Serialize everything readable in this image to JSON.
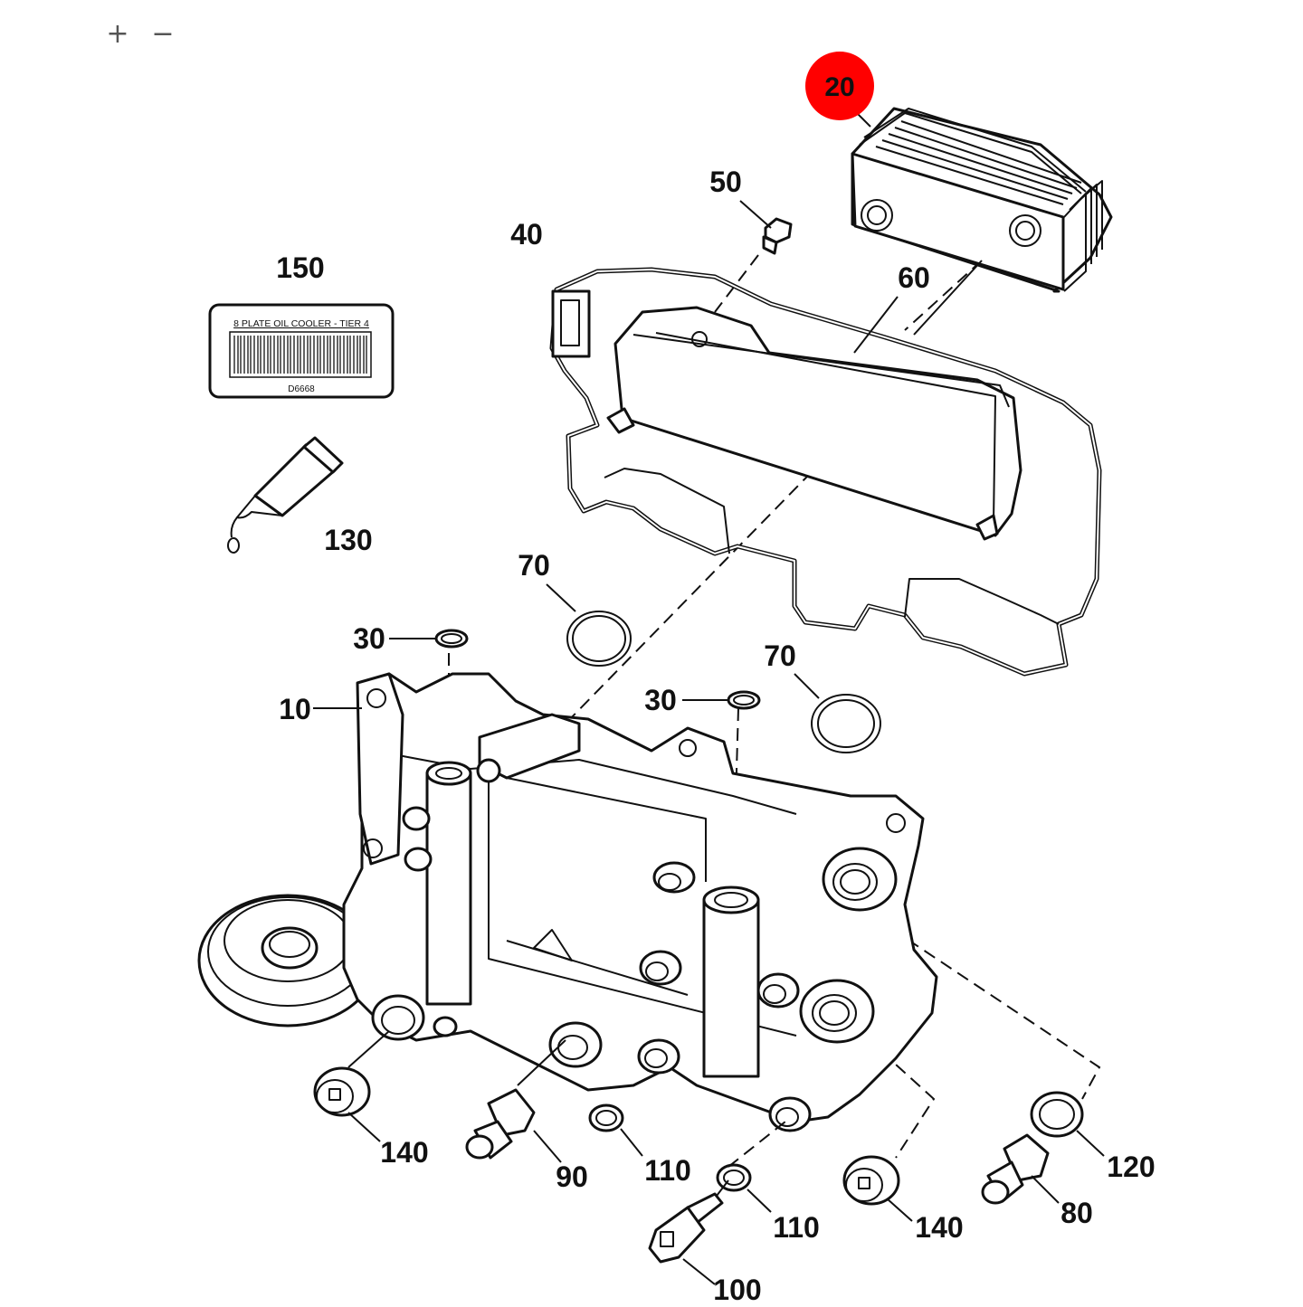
{
  "toolbar": {
    "zoom_in_label": "+",
    "zoom_out_label": "−"
  },
  "diagram": {
    "highlight_color": "#ff0000",
    "callouts": {
      "c10": "10",
      "c20": "20",
      "c30a": "30",
      "c30b": "30",
      "c40": "40",
      "c50": "50",
      "c60": "60",
      "c70a": "70",
      "c70b": "70",
      "c80": "80",
      "c90": "90",
      "c100": "100",
      "c110a": "110",
      "c110b": "110",
      "c120": "120",
      "c130": "130",
      "c140a": "140",
      "c140b": "140",
      "c150": "150"
    },
    "label_decal": {
      "title": "8 PLATE OIL COOLER - TIER 4",
      "code": "D6668"
    }
  }
}
